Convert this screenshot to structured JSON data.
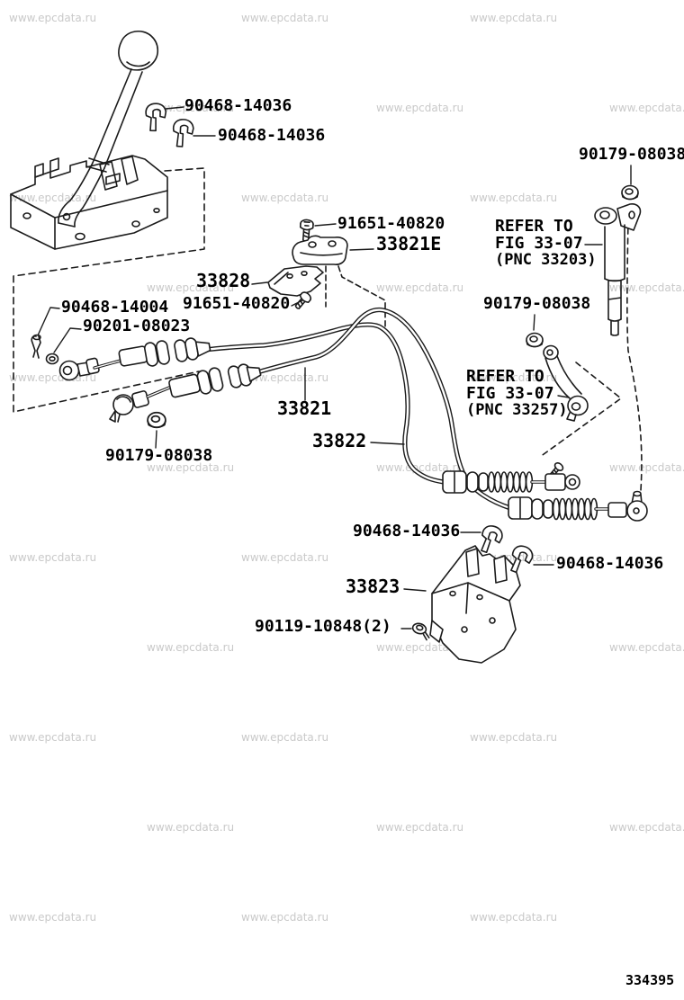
{
  "watermark": {
    "text": "www.epcdata.ru",
    "color": "#c9c9c9"
  },
  "diagram_number": "334395",
  "parts": {
    "clip_top_1": "90468-14036",
    "clip_top_2": "90468-14036",
    "nut_top_right": "90179-08038",
    "bolt_upper": "91651-40820",
    "clamp": "33821E",
    "bracket_upper": "33828",
    "bolt_lower": "91651-40820",
    "pin": "90468-14004",
    "washer": "90201-08023",
    "nut_mid": "90179-08038",
    "cable_1": "33821",
    "cable_2": "33822",
    "nut_left": "90179-08038",
    "clip_bracket_1": "90468-14036",
    "clip_bracket_2": "90468-14036",
    "bracket_lower": "33823",
    "bolt_bracket": "90119-10848(2)"
  },
  "references": {
    "rod": {
      "line1": "REFER TO",
      "line2": "FIG 33-07",
      "line3": "(PNC 33203)"
    },
    "lever": {
      "line1": "REFER TO",
      "line2": "FIG 33-07",
      "line3": "(PNC 33257)"
    }
  }
}
